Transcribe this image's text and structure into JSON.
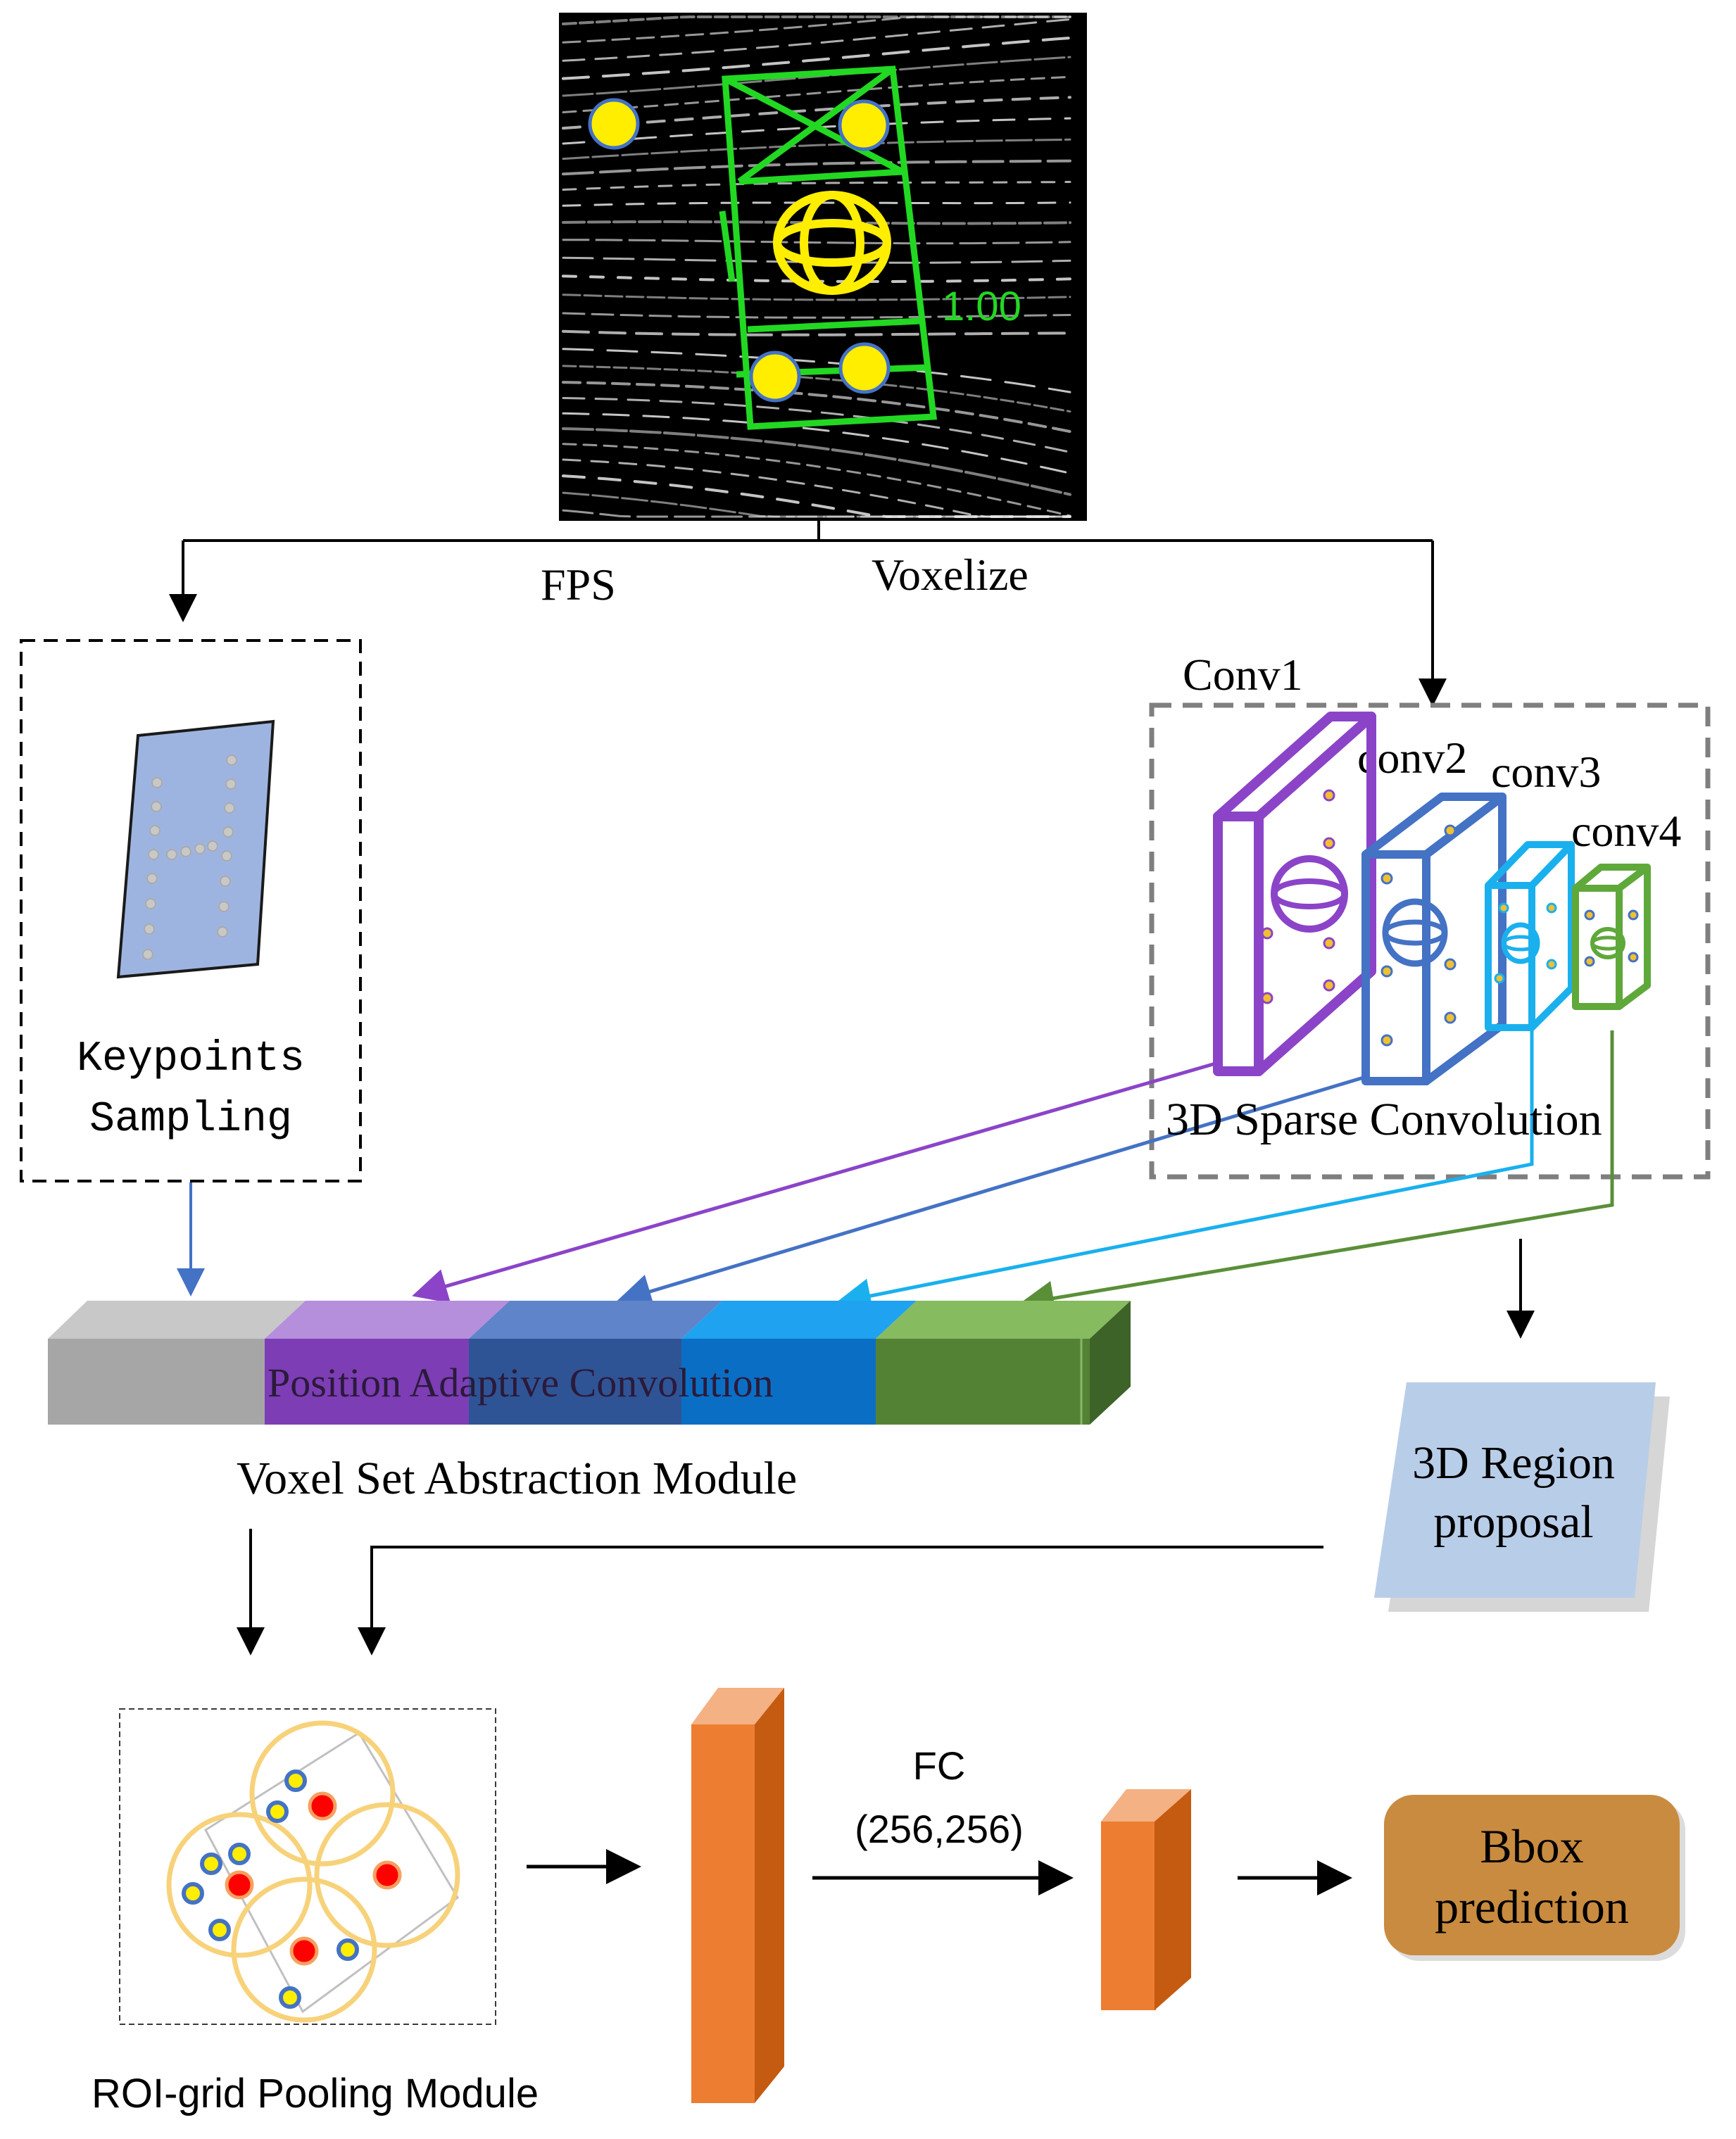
{
  "labels": {
    "fps": "FPS",
    "voxelize": "Voxelize",
    "score": "1.00",
    "keypoints_line1": "Keypoints",
    "keypoints_line2": "Sampling",
    "conv1": "Conv1",
    "conv2": "conv2",
    "conv3": "conv3",
    "conv4": "conv4",
    "sparse_conv": "3D Sparse Convolution",
    "pac": "Position Adaptive Convolution",
    "vsa": "Voxel Set Abstraction Module",
    "region_line1": "3D Region",
    "region_line2": "proposal",
    "roi_pool": "ROI-grid Pooling Module",
    "fc_line1": "FC",
    "fc_line2": "(256,256)",
    "bbox_line1": "Bbox",
    "bbox_line2": "prediction"
  },
  "colors": {
    "conv1": "#8b44c8",
    "conv2": "#4472c4",
    "conv3": "#1ab0ee",
    "conv4": "#5fa83a",
    "keypoint_arrow": "#4472c4",
    "box_green": "#22d822",
    "yellow": "#ffee00",
    "orange": "#ee7f2e",
    "bbox_fill": "#c98b3f",
    "region_fill": "#b8cde8"
  }
}
